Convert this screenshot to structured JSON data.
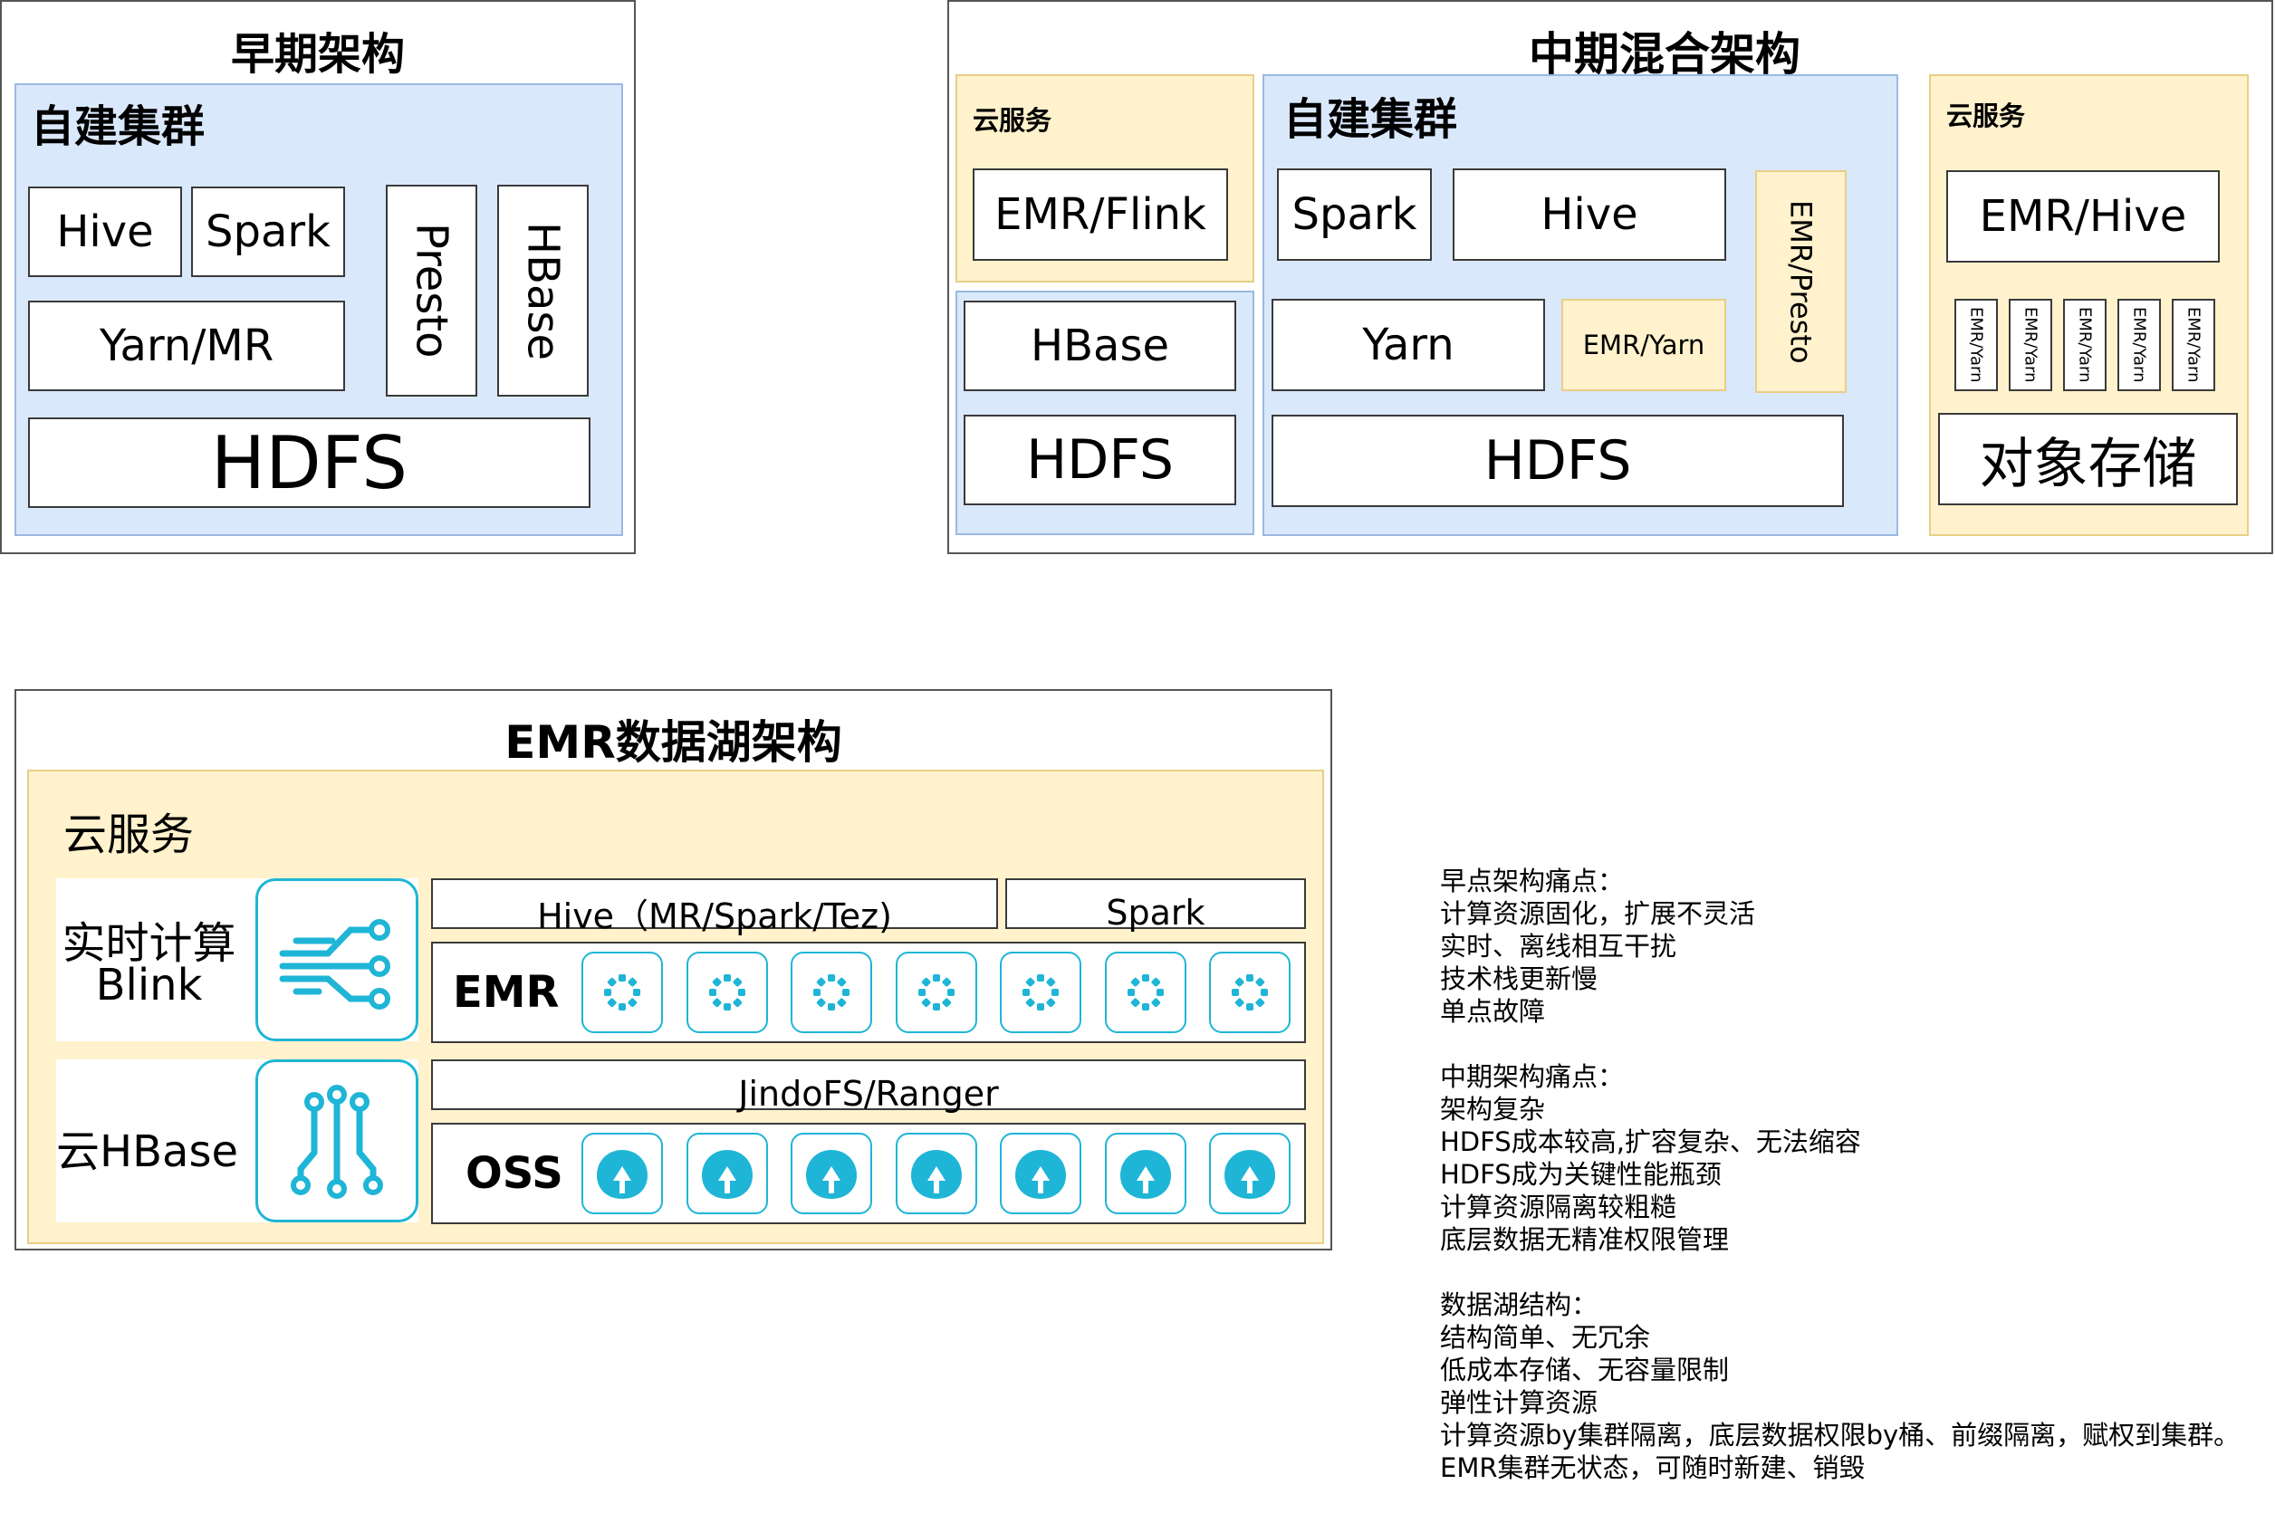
{
  "early": {
    "title": "早期架构",
    "cluster_label": "自建集群",
    "hive": "Hive",
    "spark": "Spark",
    "yarn_mr": "Yarn/MR",
    "presto": "Presto",
    "hbase": "HBase",
    "hdfs": "HDFS"
  },
  "mid": {
    "title": "中期混合架构",
    "cloud_left_label": "云服务",
    "emr_flink": "EMR/Flink",
    "hbase": "HBase",
    "hdfs_left": "HDFS",
    "cluster_label": "自建集群",
    "spark": "Spark",
    "hive": "Hive",
    "emr_presto": "EMR/Presto",
    "yarn": "Yarn",
    "emr_yarn": "EMR/Yarn",
    "hdfs": "HDFS",
    "cloud_right_label": "云服务",
    "emr_hive": "EMR/Hive",
    "emr_yarn_small": [
      "EMR/Yarn",
      "EMR/Yarn",
      "EMR/Yarn",
      "EMR/Yarn",
      "EMR/Yarn"
    ],
    "object_storage": "对象存储"
  },
  "lake": {
    "title": "EMR数据湖架构",
    "cloud_label": "云服务",
    "realtime_line1": "实时计算",
    "realtime_line2": "Blink",
    "cloud_hbase": "云HBase",
    "hive_engines": "Hive（MR/Spark/Tez)",
    "spark": "Spark",
    "emr": "EMR",
    "jindofs": "JindoFS/Ranger",
    "oss": "OSS",
    "icon_color": "#1fb5d6",
    "emr_icons": [
      "cluster-icon",
      "cluster-icon",
      "cluster-icon",
      "cluster-icon",
      "cluster-icon",
      "cluster-icon",
      "cluster-icon"
    ],
    "oss_icons": [
      "storage-bucket-icon",
      "storage-bucket-icon",
      "storage-bucket-icon",
      "storage-bucket-icon",
      "storage-bucket-icon",
      "storage-bucket-icon",
      "storage-bucket-icon"
    ]
  },
  "notes": {
    "early_heading": "早点架构痛点：",
    "early_items": [
      "计算资源固化，扩展不灵活",
      "实时、离线相互干扰",
      "技术栈更新慢",
      "单点故障"
    ],
    "mid_heading": "中期架构痛点：",
    "mid_items": [
      "架构复杂",
      "HDFS成本较高,扩容复杂、无法缩容",
      "HDFS成为关键性能瓶颈",
      "计算资源隔离较粗糙",
      "底层数据无精准权限管理"
    ],
    "lake_heading": "数据湖结构：",
    "lake_items": [
      "结构简单、无冗余",
      "低成本存储、无容量限制",
      "弹性计算资源",
      "计算资源by集群隔离，底层数据权限by桶、前缀隔离，赋权到集群。",
      "EMR集群无状态，可随时新建、销毁"
    ]
  }
}
